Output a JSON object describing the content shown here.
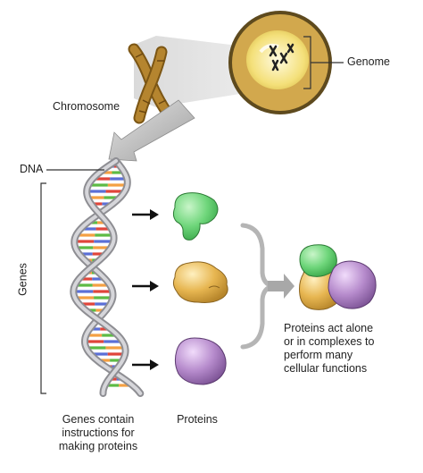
{
  "labels": {
    "genome": "Genome",
    "chromosome": "Chromosome",
    "dna": "DNA",
    "genes": "Genes",
    "genes_caption": "Genes contain\ninstructions for\nmaking proteins",
    "proteins_caption": "Proteins",
    "complex_caption": "Proteins act alone\nor in complexes to\nperform many\ncellular functions"
  },
  "colors": {
    "cell_membrane": "#5e4a1e",
    "cell_fill": "#d2a84d",
    "nucleus_fill": "#f2dd6b",
    "chromosome": "#a87a28",
    "backbone": "#a9a9ad",
    "spotlight": "#bdbdbd",
    "protein_green": "#6fd67b",
    "protein_orange": "#e7b651",
    "protein_purple": "#b68bcc",
    "base_red": "#e0453a",
    "base_green": "#5dbb45",
    "base_blue": "#5b6fd6",
    "base_orange": "#f4a043"
  }
}
